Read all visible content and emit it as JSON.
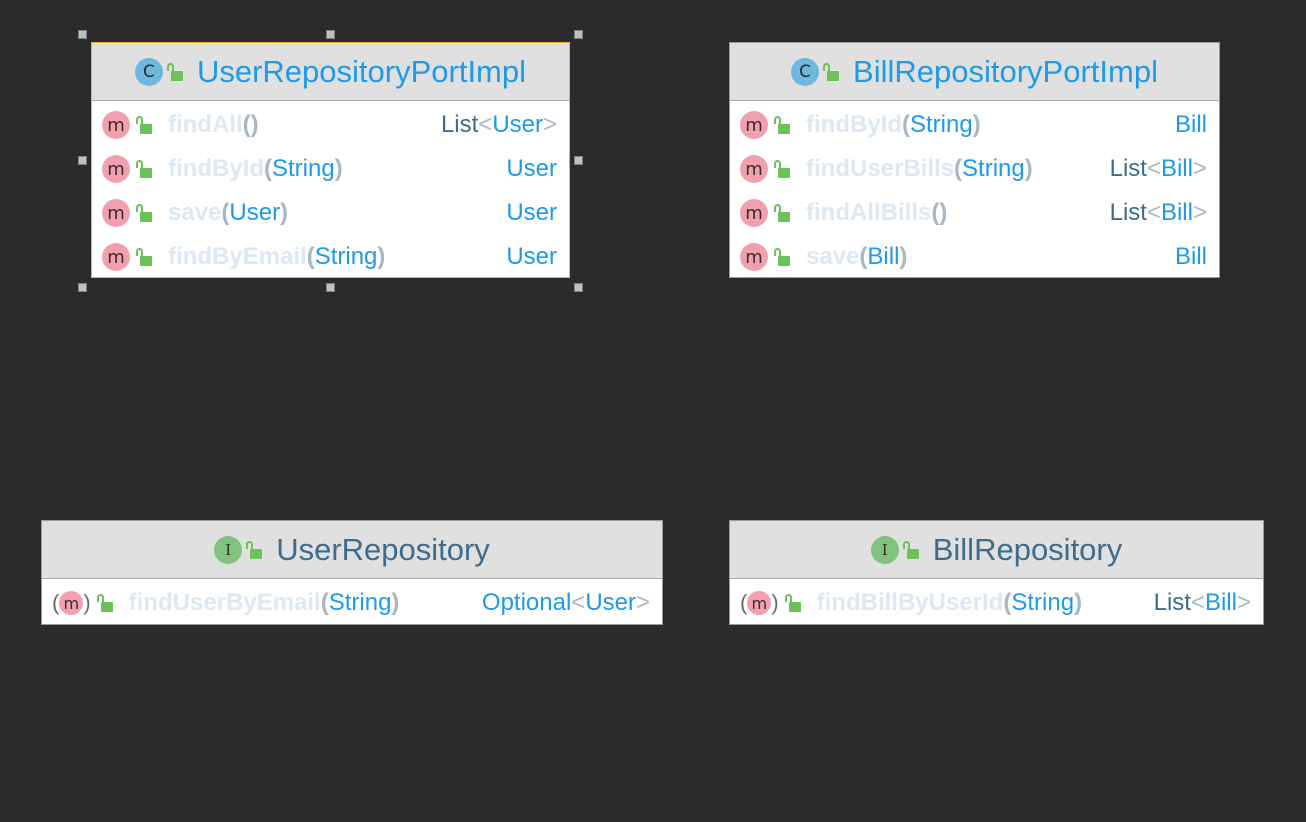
{
  "nodes": {
    "user_repo_impl": {
      "kind": "C",
      "title": "UserRepositoryPortImpl",
      "methods": [
        {
          "name": "findAll",
          "params": "",
          "rt_generic": "List",
          "rt_type": "User"
        },
        {
          "name": "findById",
          "params": "String",
          "rt_generic": "",
          "rt_type": "User"
        },
        {
          "name": "save",
          "params": "User",
          "rt_generic": "",
          "rt_type": "User"
        },
        {
          "name": "findByEmail",
          "params": "String",
          "rt_generic": "",
          "rt_type": "User"
        }
      ]
    },
    "bill_repo_impl": {
      "kind": "C",
      "title": "BillRepositoryPortImpl",
      "methods": [
        {
          "name": "findById",
          "params": "String",
          "rt_generic": "",
          "rt_type": "Bill"
        },
        {
          "name": "findUserBills",
          "params": "String",
          "rt_generic": "List",
          "rt_type": "Bill"
        },
        {
          "name": "findAllBills",
          "params": "",
          "rt_generic": "List",
          "rt_type": "Bill"
        },
        {
          "name": "save",
          "params": "Bill",
          "rt_generic": "",
          "rt_type": "Bill"
        }
      ]
    },
    "user_repo": {
      "kind": "I",
      "title": "UserRepository",
      "methods": [
        {
          "name": "findUserByEmail",
          "params": "String",
          "rt_generic": "Optional",
          "rt_type": "User"
        }
      ]
    },
    "bill_repo": {
      "kind": "I",
      "title": "BillRepository",
      "methods": [
        {
          "name": "findBillByUserId",
          "params": "String",
          "rt_generic": "List",
          "rt_type": "Bill"
        }
      ]
    }
  },
  "badge_letter": "m",
  "colors": {
    "background": "#2b2b2b",
    "selection": "#e8b829",
    "type_blue": "#1d9be8",
    "method_badge": "#f1a1ad",
    "class_badge": "#6cb8de",
    "interface_badge": "#7fc37f",
    "lock_green": "#6ac259"
  }
}
